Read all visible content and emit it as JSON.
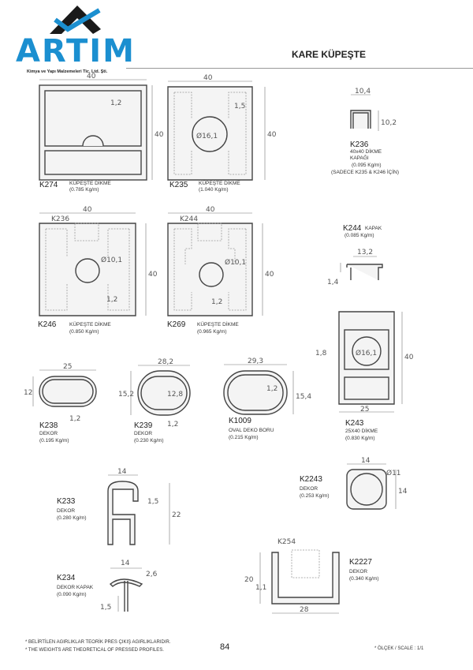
{
  "logo": {
    "name": "ARTIM",
    "subtitle": "Kimya ve Yapı Malzemeleri Tic. Ltd. Şti.",
    "colors": {
      "blue": "#1b8fd0",
      "dark": "#1a1a1a"
    }
  },
  "header": {
    "title": "KARE KÜPEŞTE"
  },
  "profiles": {
    "k274": {
      "code": "K274",
      "name": "KÜPEŞTE DİKME",
      "weight": "(0.785 Kg/m)",
      "dims": [
        "40",
        "40",
        "1,2"
      ]
    },
    "k235": {
      "code": "K235",
      "name": "KÜPEŞTE DİKME",
      "weight": "(1.040 Kg/m)",
      "dims": [
        "40",
        "1,5",
        "Ø16,1",
        "40"
      ]
    },
    "k236": {
      "code": "K236",
      "name": "40x40 DİKME",
      "name2": "KAPAĞI",
      "weight": "(0.095 Kg/m)",
      "note": "(SADECE K235 & K246 İÇİN)",
      "dims": [
        "10,4",
        "10,2"
      ]
    },
    "k246": {
      "code": "K246",
      "name": "KÜPEŞTE DİKME",
      "weight": "(0.850 Kg/m)",
      "dims": [
        "40",
        "K236",
        "Ø10,1",
        "40",
        "1,2"
      ]
    },
    "k269": {
      "code": "K269",
      "name": "KÜPEŞTE DİKME",
      "weight": "(0.965 Kg/m)",
      "dims": [
        "40",
        "K244",
        "Ø10,1",
        "40",
        "1,2"
      ]
    },
    "k244": {
      "code": "K244",
      "name": "KAPAK",
      "weight": "(0.085 Kg/m)",
      "dims": [
        "13,2",
        "1,4"
      ]
    },
    "k243": {
      "code": "K243",
      "name": "25X40 DİKME",
      "weight": "(0.830 Kg/m)",
      "dims": [
        "1,8",
        "Ø16,1",
        "40",
        "25"
      ]
    },
    "k238": {
      "code": "K238",
      "name": "DEKOR",
      "weight": "(0.195 Kg/m)",
      "dims": [
        "25",
        "12",
        "1,2"
      ]
    },
    "k239": {
      "code": "K239",
      "name": "DEKOR",
      "weight": "(0.230 Kg/m)",
      "dims": [
        "28,2",
        "15,2",
        "12,8",
        "1,2"
      ]
    },
    "k1009": {
      "code": "K1009",
      "name": "OVAL DEKO BORU",
      "weight": "(0.215 Kg/m)",
      "dims": [
        "29,3",
        "1,2",
        "15,4"
      ]
    },
    "k2243": {
      "code": "K2243",
      "name": "DEKOR",
      "weight": "(0.253 Kg/m)",
      "dims": [
        "14",
        "Ø11",
        "14"
      ]
    },
    "k233": {
      "code": "K233",
      "name": "DEKOR",
      "weight": "(0.280 Kg/m)",
      "dims": [
        "14",
        "1,5",
        "22"
      ]
    },
    "k234": {
      "code": "K234",
      "name": "DEKOR KAPAK",
      "weight": "(0.090 Kg/m)",
      "dims": [
        "14",
        "2,6",
        "1,5"
      ]
    },
    "k2227": {
      "code": "K2227",
      "name": "DEKOR",
      "weight": "(0.340 Kg/m)",
      "dims": [
        "K254",
        "20",
        "1,1",
        "28"
      ]
    }
  },
  "footer": {
    "note_tr": "* BELİRTİLEN AGIRLIKLAR TEORİK PRES ÇIKIŞ AGIRLIKLARIDIR.",
    "note_en": "* THE WEIGHTS ARE THEORETICAL OF PRESSED PROFILES.",
    "page": "84",
    "scale": "* ÖLÇEK / SCALE : 1/1"
  }
}
